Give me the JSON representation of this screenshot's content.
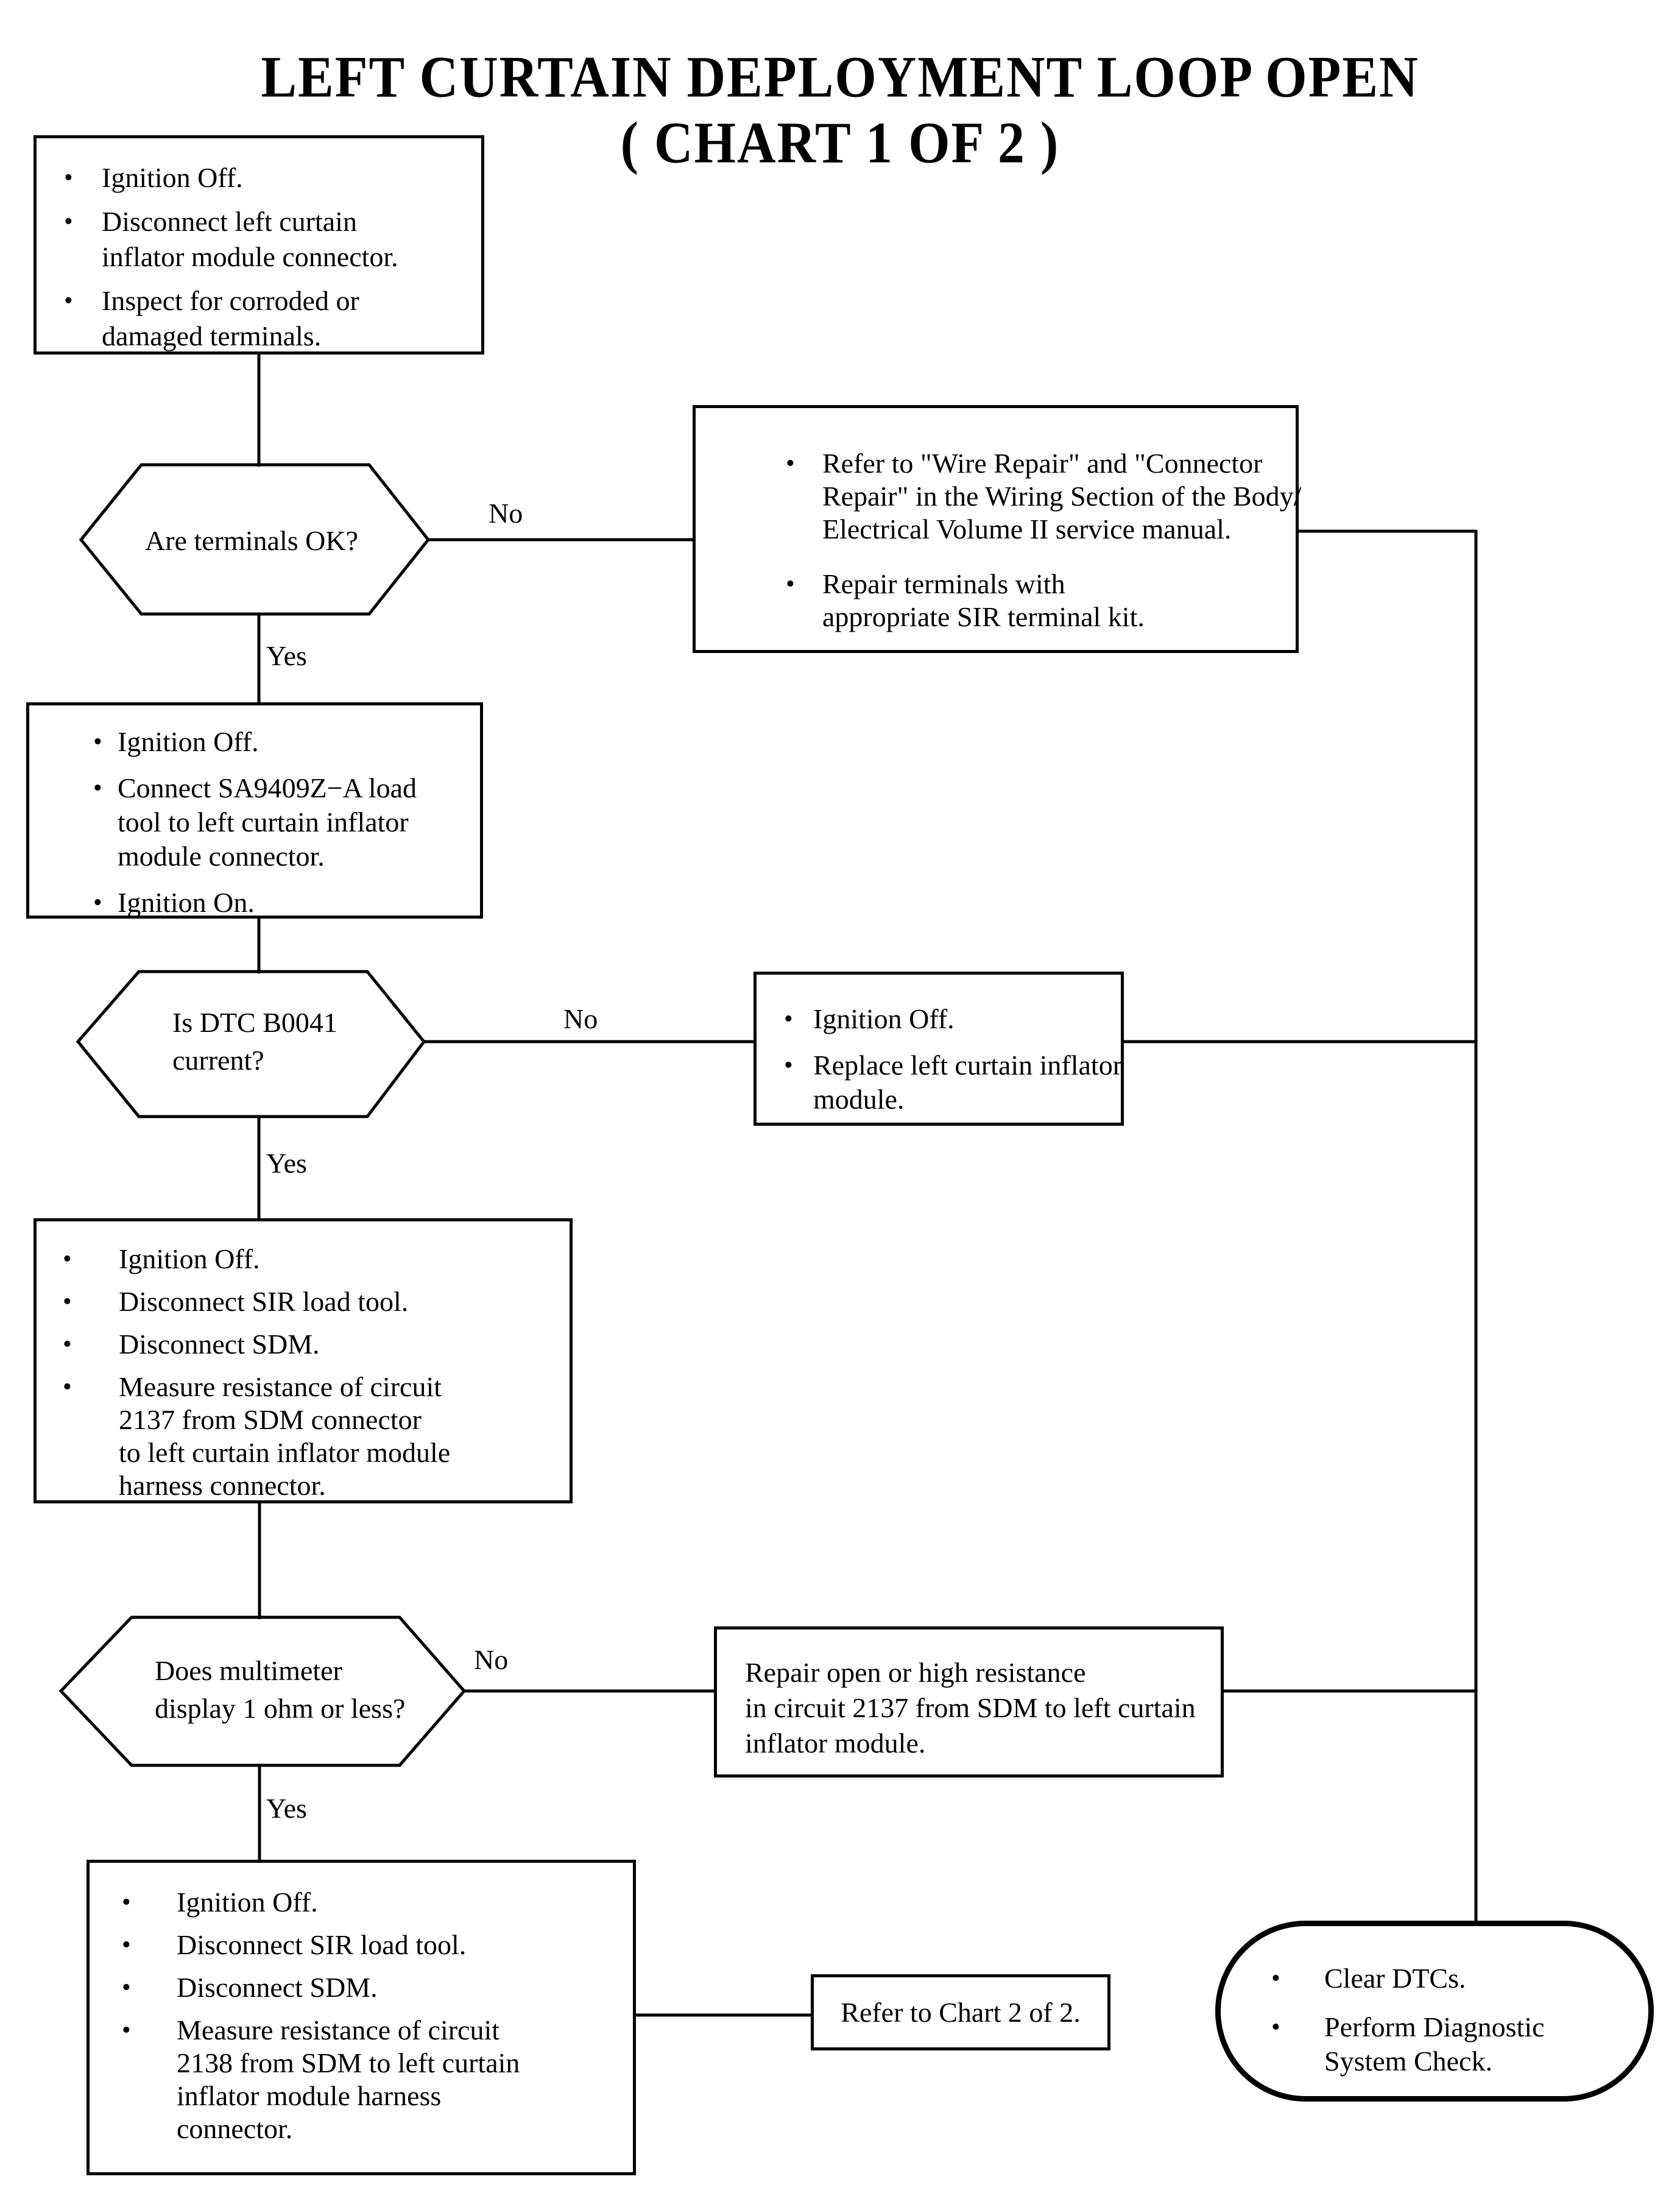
{
  "colors": {
    "ink": "#000000",
    "background": "#ffffff"
  },
  "bullet_glyph": "•",
  "title": {
    "line1": "LEFT CURTAIN DEPLOYMENT LOOP OPEN",
    "line2": "( CHART 1 OF 2 )"
  },
  "labels": {
    "no": "No",
    "yes": "Yes"
  },
  "nodes": {
    "start": {
      "bullets": [
        [
          "Ignition Off."
        ],
        [
          "Disconnect left curtain",
          "inflator module connector."
        ],
        [
          "Inspect for corroded or",
          "damaged terminals."
        ]
      ]
    },
    "decision_terminals": {
      "lines": [
        "Are terminals OK?"
      ]
    },
    "repair_terminals": {
      "bullets": [
        [
          "Refer to \"Wire Repair\" and \"Connector",
          "Repair\" in the Wiring Section of the Body/",
          "Electrical Volume II service manual."
        ],
        [
          "Repair terminals with",
          "appropriate SIR terminal kit."
        ]
      ]
    },
    "connect_load_tool": {
      "bullets": [
        [
          "Ignition Off."
        ],
        [
          "Connect SA9409Z−A load",
          "tool to left curtain inflator",
          "module connector."
        ],
        [
          "Ignition On."
        ]
      ]
    },
    "decision_dtc": {
      "lines": [
        "Is DTC B0041",
        "current?"
      ]
    },
    "replace_module": {
      "bullets": [
        [
          "Ignition Off."
        ],
        [
          "Replace left curtain inflator",
          "module."
        ]
      ]
    },
    "measure_2137": {
      "bullets": [
        [
          "Ignition Off."
        ],
        [
          "Disconnect SIR load tool."
        ],
        [
          "Disconnect SDM."
        ],
        [
          "Measure resistance of circuit",
          "2137 from SDM connector",
          "to left curtain inflator module",
          "harness connector."
        ]
      ]
    },
    "decision_ohm": {
      "lines": [
        "Does multimeter",
        "display 1 ohm or less?"
      ]
    },
    "repair_2137": {
      "lines": [
        "Repair open or high resistance",
        "in circuit 2137 from SDM to left curtain",
        "inflator module."
      ]
    },
    "measure_2138": {
      "bullets": [
        [
          "Ignition Off."
        ],
        [
          "Disconnect SIR load tool."
        ],
        [
          "Disconnect SDM."
        ],
        [
          "Measure resistance of circuit",
          "2138 from SDM to left curtain",
          "inflator module harness",
          "connector."
        ]
      ]
    },
    "refer_chart2": {
      "text": "Refer to Chart 2 of 2."
    },
    "end_terminal": {
      "bullets": [
        [
          "Clear DTCs."
        ],
        [
          "Perform Diagnostic",
          "System Check."
        ]
      ]
    }
  }
}
